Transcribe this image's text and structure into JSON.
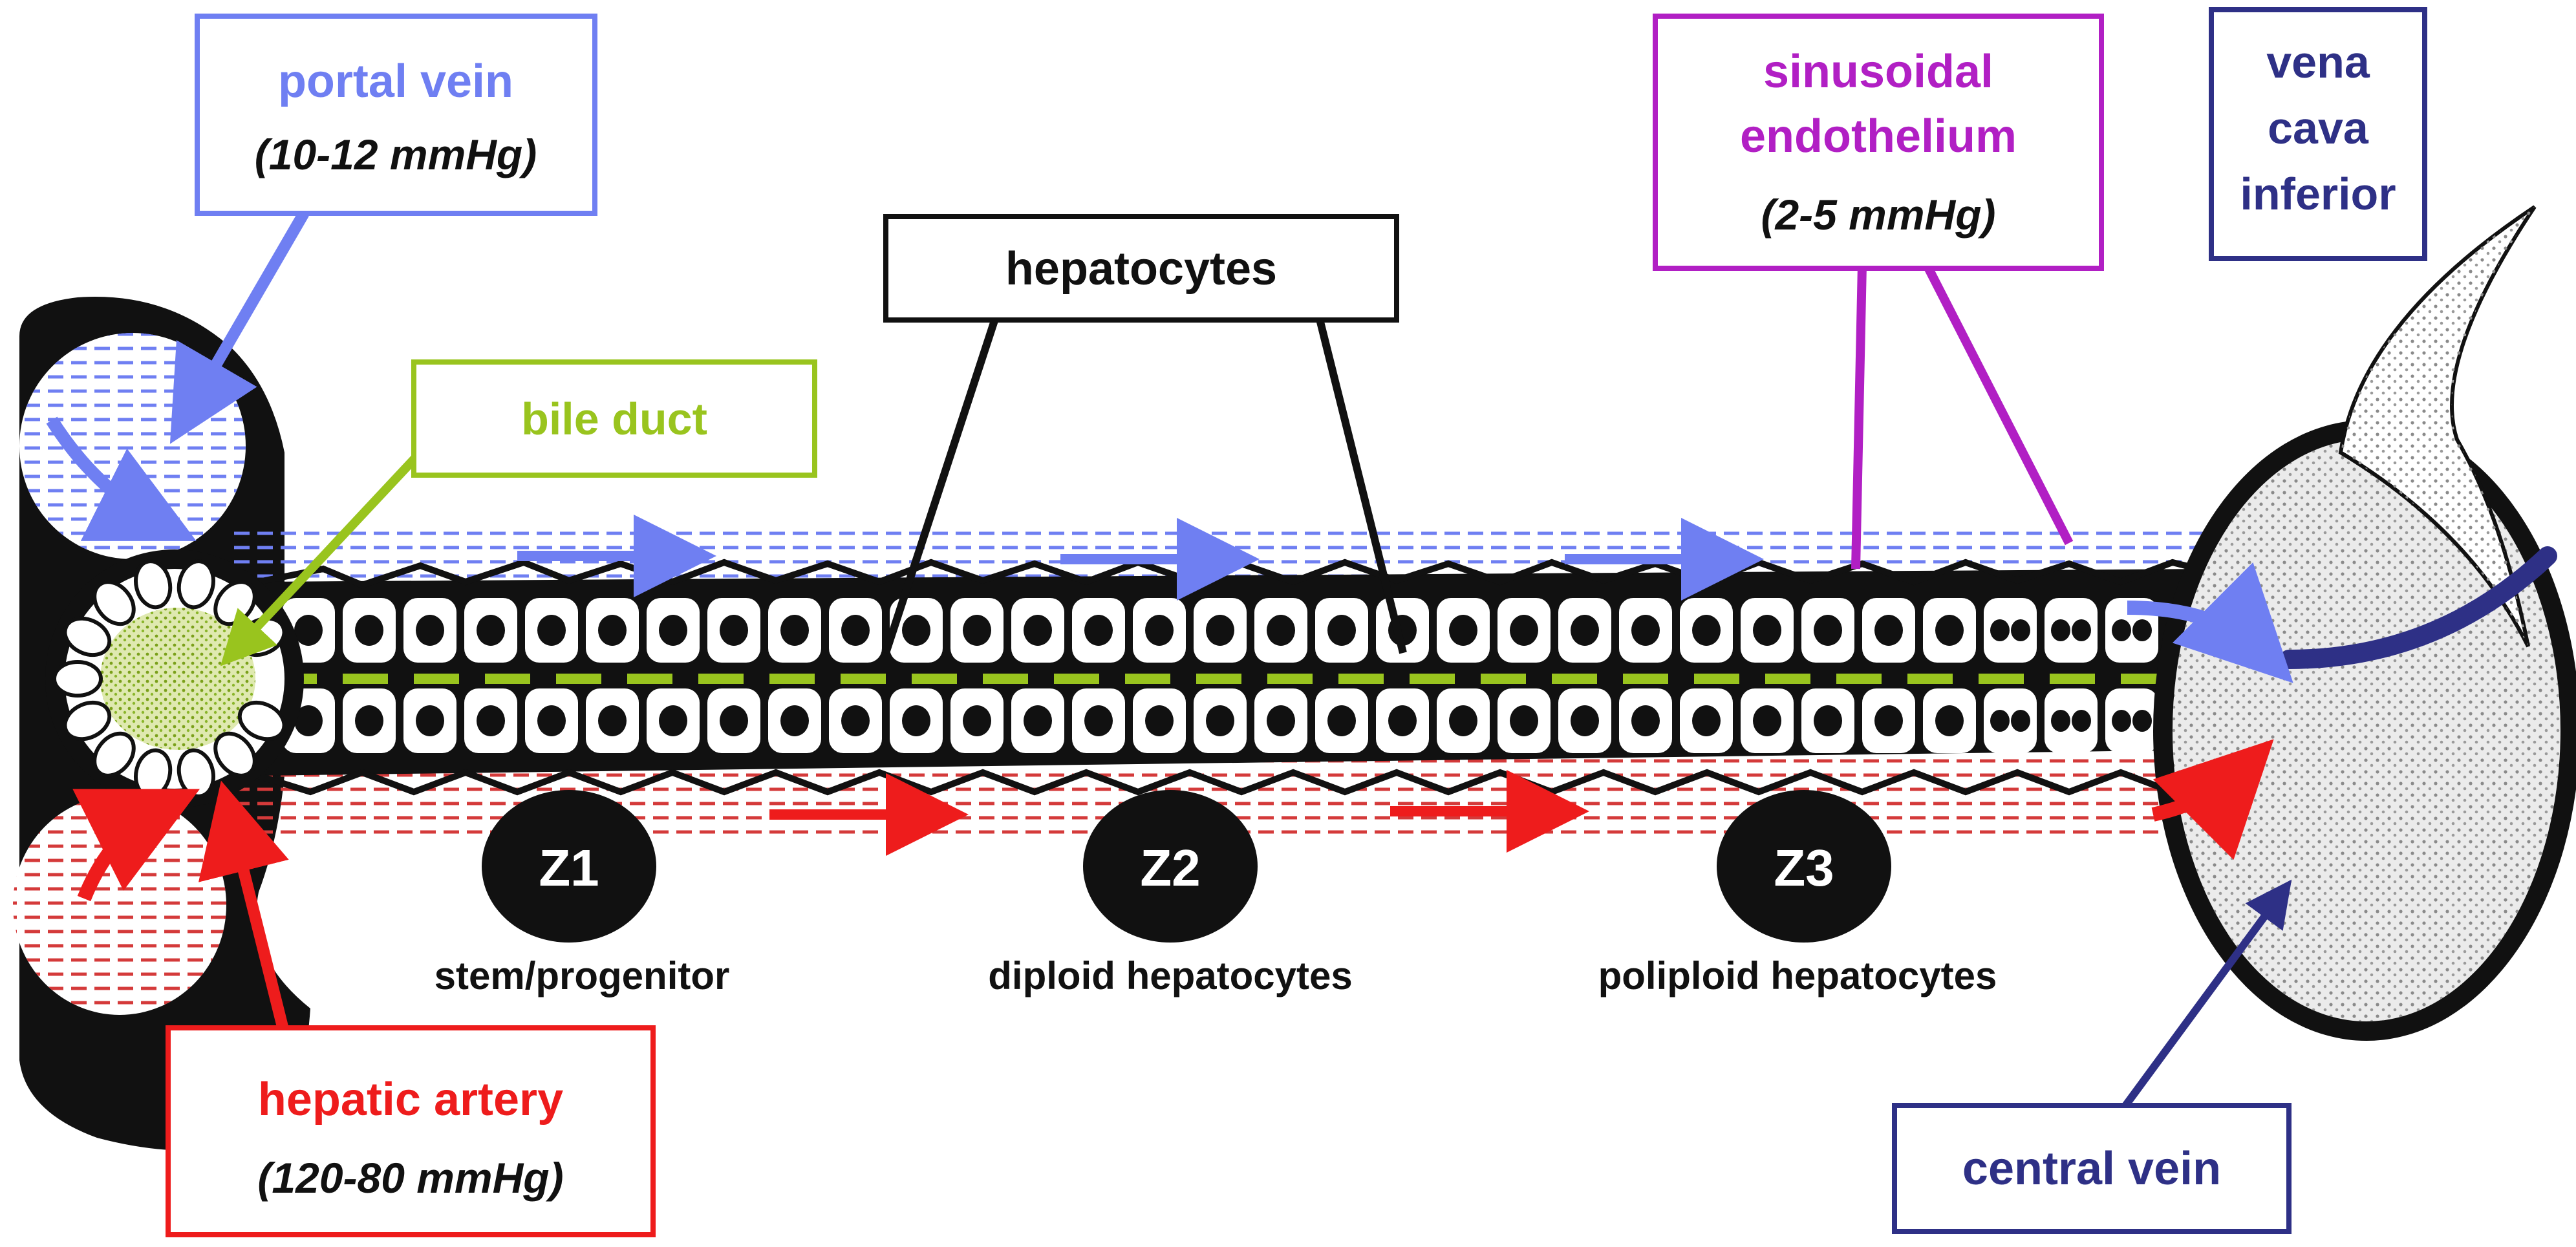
{
  "labels": {
    "portal_vein": {
      "name": "portal vein",
      "pressure": "(10-12 mmHg)"
    },
    "hepatic_artery": {
      "name": "hepatic artery",
      "pressure": "(120-80 mmHg)"
    },
    "bile_duct": "bile duct",
    "hepatocytes": "hepatocytes",
    "sinusoidal_endothelium": {
      "line1": "sinusoidal",
      "line2": "endothelium",
      "pressure": "(2-5 mmHg)"
    },
    "vena_cava": {
      "line1": "vena",
      "line2": "cava",
      "line3": "inferior"
    },
    "central_vein": "central vein"
  },
  "zones": [
    {
      "id": "Z1",
      "caption": "stem/progenitor"
    },
    {
      "id": "Z2",
      "caption": "diploid hepatocytes"
    },
    {
      "id": "Z3",
      "caption": "poliploid hepatocytes"
    }
  ],
  "colors": {
    "portal": "#6f7ff2",
    "artery": "#ee1c1c",
    "bile": "#99c41e",
    "sinusoid": "#b11fc4",
    "central": "#2e3086",
    "ink": "#000000"
  }
}
